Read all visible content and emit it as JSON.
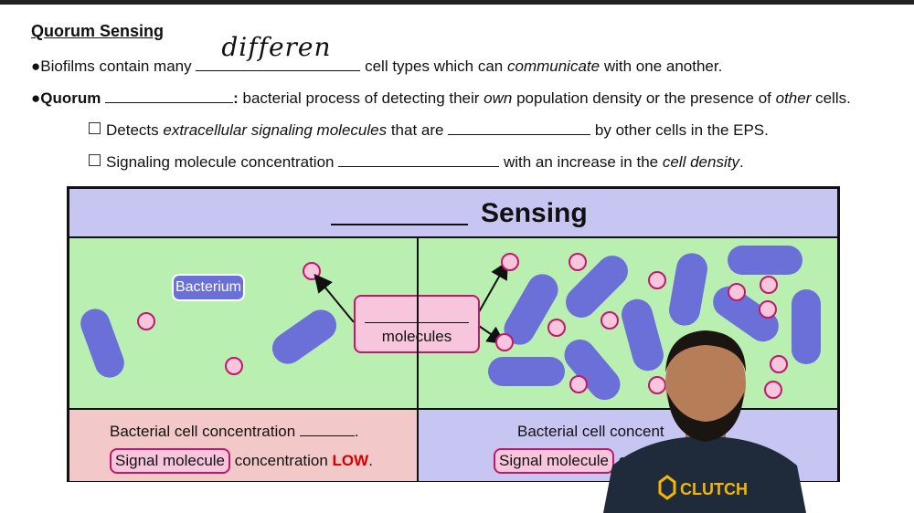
{
  "heading": "Quorum Sensing",
  "line1": {
    "bullet": "●",
    "pre": "Biofilms contain many",
    "handwriting": "differen",
    "post_a": " cell types which can ",
    "post_italic": "communicate",
    "post_b": " with one another."
  },
  "line2": {
    "bullet": "●",
    "bold": "Quorum",
    "colon": ":",
    "text_a": " bacterial process of detecting their ",
    "italic1": "own",
    "text_b": " population density or the presence of ",
    "italic2": "other",
    "text_c": " cells."
  },
  "line3": {
    "pre": "Detects ",
    "italic": "extracellular signaling molecules",
    "mid": " that are",
    "post": " by other cells in the EPS."
  },
  "line4": {
    "pre": "Signaling molecule concentration",
    "post_a": " with an increase in the ",
    "italic": "cell density",
    "post_b": "."
  },
  "diagram": {
    "title_word": "Sensing",
    "bacterium_label": "Bacterium",
    "molecules_label": "molecules",
    "left_line1": "Bacterial cell concentration",
    "left_line1_end": ".",
    "pill_label": "Signal molecule",
    "left_line2_mid": " concentration ",
    "left_line2_low": "LOW",
    "left_line2_end": ".",
    "right_line1": "Bacterial cell concent",
    "right_pill": "Signal molecule",
    "right_line2": " co"
  },
  "presenter": {
    "shirt_text": "CLUTCH"
  },
  "colors": {
    "bacterium": "#6b6fd8",
    "molecule_fill": "#f7c6dc",
    "molecule_stroke": "#c2186b",
    "panel_green": "#b9f0b2",
    "panel_purple": "#c7c6f3",
    "panel_pink": "#f2c8c9",
    "low_red": "#d40000"
  }
}
